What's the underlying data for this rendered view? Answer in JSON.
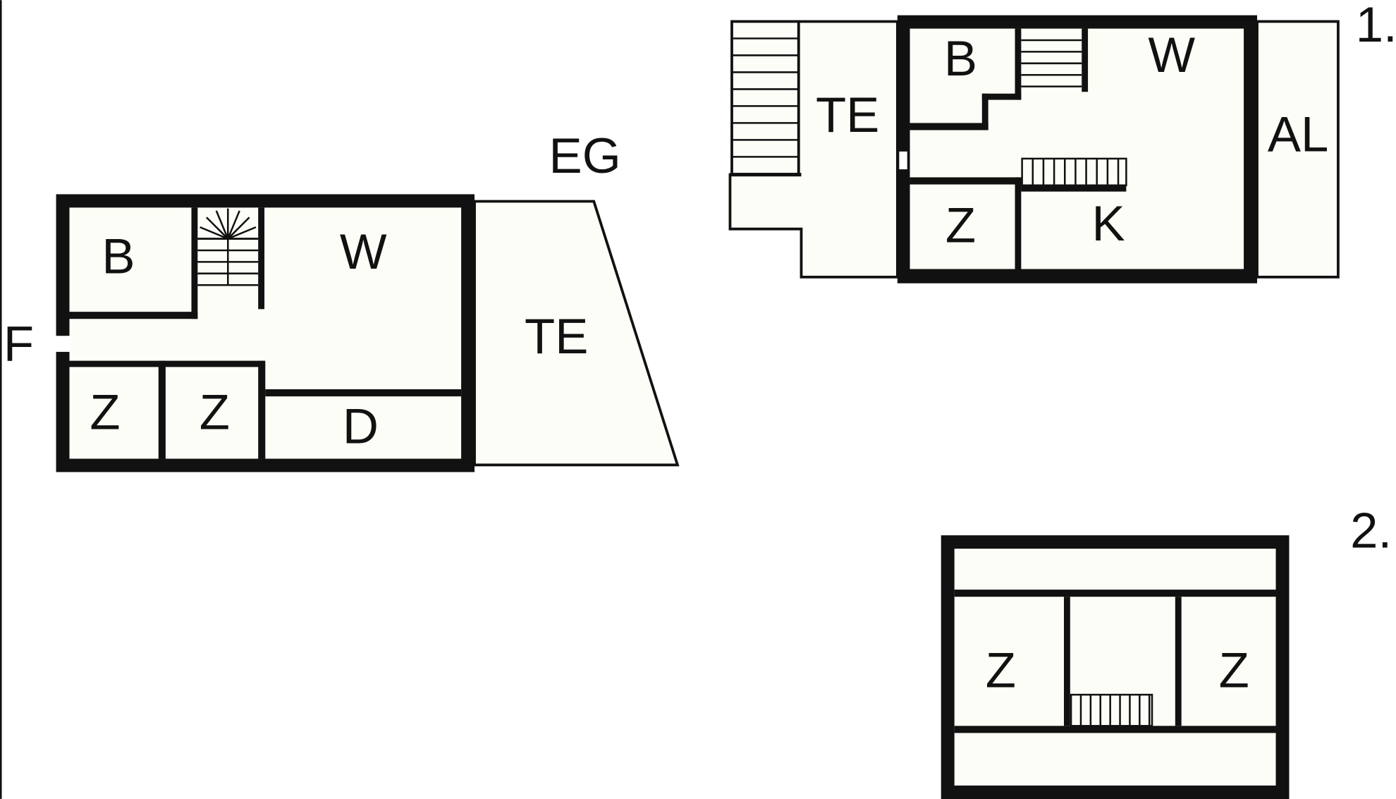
{
  "floor_eg": {
    "title": "EG",
    "entrance": "F",
    "rooms": {
      "bath": "B",
      "living": "W",
      "bed1": "Z",
      "bed2": "Z",
      "shower": "D",
      "terrace": "TE"
    }
  },
  "floor_1": {
    "title": "1.",
    "rooms": {
      "bath": "B",
      "living": "W",
      "terrace": "TE",
      "balcony": "AL",
      "bed": "Z",
      "kitchen": "K"
    }
  },
  "floor_2": {
    "title": "2.",
    "rooms": {
      "bed1": "Z",
      "bed2": "Z"
    }
  },
  "colors": {
    "wall": "#111111",
    "floor": "#fdfdf7"
  }
}
